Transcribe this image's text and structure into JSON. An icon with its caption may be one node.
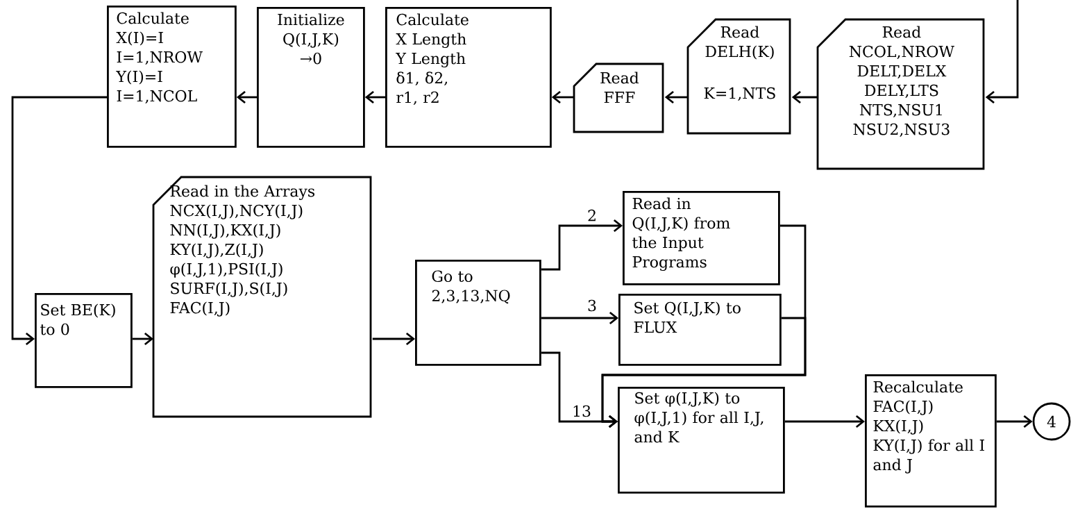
{
  "diagram": {
    "nodes": [
      {
        "text": [
          "Calculate",
          "X(I)=I",
          "I=1,NROW",
          "Y(I)=I",
          "I=1,NCOL"
        ]
      },
      {
        "text": [
          "Initialize",
          "Q(I,J,K)",
          "→0"
        ]
      },
      {
        "text": [
          "Calculate",
          "X Length",
          "Y Length",
          "δ1, δ2,",
          "r1, r2"
        ]
      },
      {
        "text": [
          "Read",
          "FFF"
        ]
      },
      {
        "text": [
          "Read",
          "DELH(K)",
          "K=1,NTS"
        ]
      },
      {
        "text": [
          "Read",
          "NCOL,NROW",
          "DELT,DELX",
          "DELY,LTS",
          "NTS,NSU1",
          "NSU2,NSU3"
        ]
      },
      {
        "text": [
          "Set BE(K) to 0"
        ]
      },
      {
        "text": [
          "Read in the Arrays",
          "NCX(I,J),NCY(I,J)",
          "NN(I,J),KX(I,J)",
          "KY(I,J),Z(I,J)",
          "φ(I,J,1),PSI(I,J)",
          "SURF(I,J),S(I,J)",
          "FAC(I,J)"
        ]
      },
      {
        "text": [
          "Go to 2,3,13,NQ"
        ]
      },
      {
        "text": [
          "Read in Q(I,J,K) from the Input Programs"
        ]
      },
      {
        "text": [
          "Set Q(I,J,K) to FLUX"
        ]
      },
      {
        "text": [
          "Set φ(I,J,K) to φ(I,J,1) for all I,J, and K"
        ]
      },
      {
        "text": [
          "Recalculate",
          "FAC(I,J)",
          "KX(I,J)",
          "KY(I,J) for all I and J"
        ]
      },
      {
        "text": [
          "4"
        ]
      }
    ],
    "edges": [
      {
        "from": null,
        "to": 5,
        "arrow": "to"
      },
      {
        "from": 5,
        "to": 4,
        "arrow": "to"
      },
      {
        "from": 4,
        "to": 3,
        "arrow": "to"
      },
      {
        "from": 3,
        "to": 2,
        "arrow": "to"
      },
      {
        "from": 2,
        "to": 1,
        "arrow": "to"
      },
      {
        "from": 1,
        "to": 0,
        "arrow": "to"
      },
      {
        "from": 0,
        "to": 6,
        "arrow": "to"
      },
      {
        "from": 6,
        "to": 7,
        "arrow": "to"
      },
      {
        "from": 7,
        "to": 8,
        "arrow": "to"
      },
      {
        "from": 8,
        "to": 9,
        "arrow": "to",
        "label": "2"
      },
      {
        "from": 8,
        "to": 10,
        "arrow": "to",
        "label": "3"
      },
      {
        "from": 8,
        "to": 11,
        "arrow": "to",
        "label": "13"
      },
      {
        "from": 9,
        "to": 11,
        "arrow": "to"
      },
      {
        "from": 10,
        "to": 11,
        "arrow": "to"
      },
      {
        "from": 11,
        "to": 12,
        "arrow": "to"
      },
      {
        "from": 12,
        "to": 13,
        "arrow": "to"
      }
    ]
  }
}
